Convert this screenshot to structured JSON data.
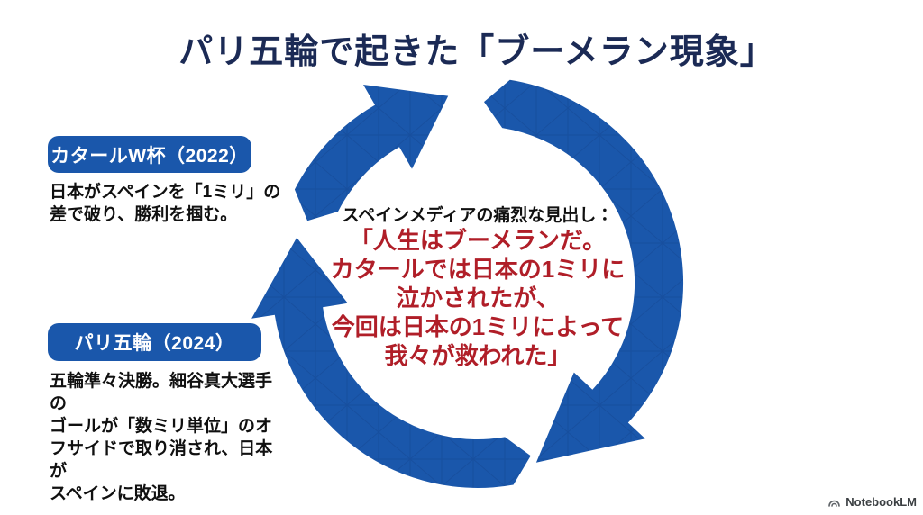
{
  "title": "パリ五輪で起きた「ブーメラン現象」",
  "events": [
    {
      "label": "カタールW杯（2022）",
      "desc_lines": [
        "日本がスペインを「1ミリ」の",
        "差で破り、勝利を掴む。"
      ]
    },
    {
      "label": "パリ五輪（2024）",
      "desc_lines": [
        "五輪準々決勝。細谷真大選手の",
        "ゴールが「数ミリ単位」のオ",
        "フサイドで取り消され、日本が",
        "スペインに敗退。"
      ]
    }
  ],
  "center": {
    "heading": "スペインメディアの痛烈な見出し：",
    "quote_lines": [
      "「人生はブーメランだ。",
      "カタールでは日本の1ミリに",
      "泣かされたが、",
      "今回は日本の1ミリによって",
      "我々が救われた」"
    ]
  },
  "diagram": {
    "type": "cycle",
    "direction": "clockwise",
    "arrow_count": 3
  },
  "footer": {
    "brand": "NotebookLM"
  },
  "colors": {
    "brand_blue": "#1a57ab",
    "title_navy": "#1b2a55",
    "quote_red": "#b01e28",
    "text_black": "#101010",
    "footer_grey": "#3c4043"
  }
}
